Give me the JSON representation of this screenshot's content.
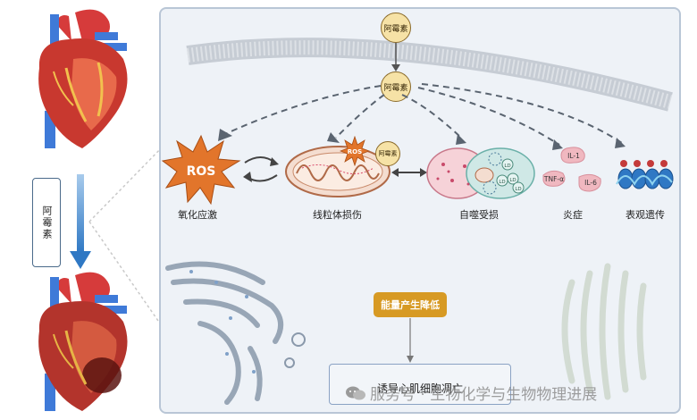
{
  "side": {
    "drug_label": "阿霉素"
  },
  "panel": {
    "drug_top": "阿霉素",
    "drug_mid": "阿霉素",
    "drug_small": "阿霉素",
    "ros_text": "ROS",
    "ros_small_text": "ROS",
    "labels": {
      "oxidative_stress": "氧化应激",
      "mito_damage": "线粒体损伤",
      "autophagy": "自噬受损",
      "inflammation": "炎症",
      "epigenetics": "表观遗传"
    },
    "cytokines": {
      "il1": "IL-1",
      "tnf": "TNF-α",
      "il6": "IL-6"
    },
    "ld": "LD",
    "energy_drop": "能量产生降低",
    "cell_death": "诱导心肌细胞凋亡"
  },
  "watermark": "服务号 · 生物化学与生物物理进展",
  "colors": {
    "accent": "#d79a24",
    "arrow": "#4a88c7",
    "panel_bg": "#eef2f7",
    "ros": "#e2752b"
  }
}
